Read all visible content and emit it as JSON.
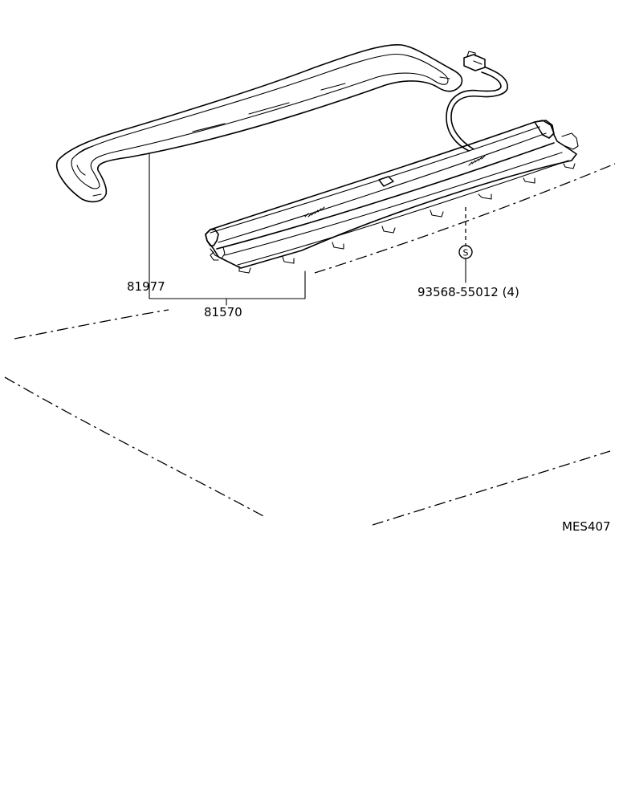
{
  "diagram": {
    "parts": [
      {
        "part_number": "81977"
      },
      {
        "part_number": "81570"
      },
      {
        "part_number": "93568-55012 (4)"
      }
    ],
    "screw_symbol": "S",
    "figure_code": "MES407",
    "colors": {
      "ink": "#000000",
      "paper": "#ffffff"
    }
  }
}
